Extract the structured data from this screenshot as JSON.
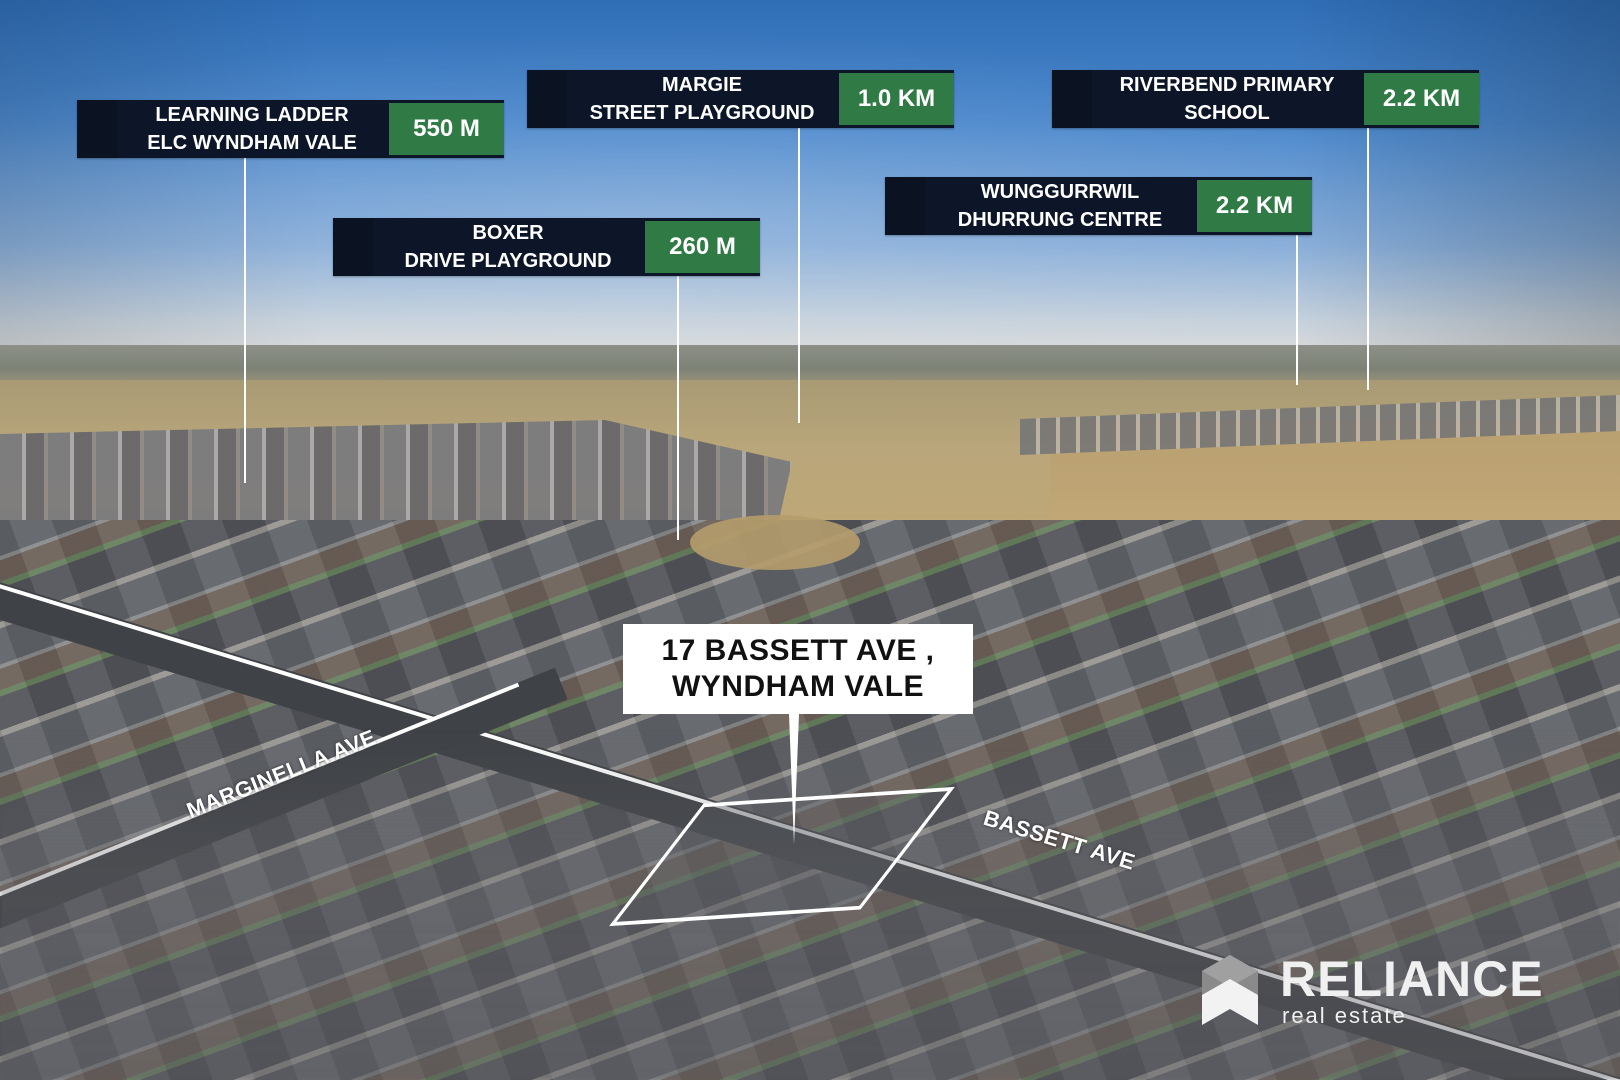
{
  "image": {
    "type": "aerial-property-location-map",
    "colors": {
      "callout_dark": "#0d1628",
      "callout_green": "#2f7a45",
      "label_text": "#ffffff",
      "address_box": "#ffffff",
      "address_text": "#111111"
    }
  },
  "callouts": [
    {
      "name_line1": "LEARNING LADDER",
      "name_line2": "ELC WYNDHAM VALE",
      "distance": "550 M"
    },
    {
      "name_line1": "MARGIE",
      "name_line2": "STREET PLAYGROUND",
      "distance": "1.0 KM"
    },
    {
      "name_line1": "RIVERBEND PRIMARY",
      "name_line2": "SCHOOL",
      "distance": "2.2 KM"
    },
    {
      "name_line1": "WUNGGURRWIL",
      "name_line2": "DHURRUNG CENTRE",
      "distance": "2.2 KM"
    },
    {
      "name_line1": "BOXER",
      "name_line2": "DRIVE PLAYGROUND",
      "distance": "260 M"
    }
  ],
  "property": {
    "address_line1": "17 BASSETT AVE ,",
    "address_line2": "WYNDHAM VALE"
  },
  "streets": {
    "marginella": "MARGINELLA AVE",
    "bassett": "BASSETT AVE"
  },
  "logo": {
    "brand": "RELIANCE",
    "tagline": "real estate"
  }
}
